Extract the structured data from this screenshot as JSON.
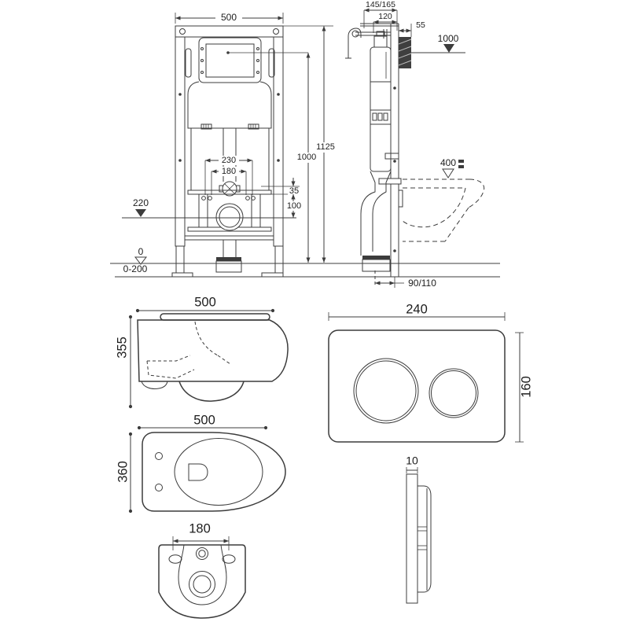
{
  "colors": {
    "line": "#3c3c3c",
    "text": "#1d1d1d",
    "wall_hatch": "#3f3f3f",
    "background": "#ffffff"
  },
  "views": {
    "frame_front": {
      "label_width": "500",
      "label_total_height": "1125",
      "label_actuator_height": "1000",
      "label_bolts_outer": "230",
      "label_bolts_inner": "180",
      "label_offset35": "35",
      "label_offset100": "100",
      "label_level220": "220",
      "label_level0": "0",
      "label_adjust": "0-200"
    },
    "frame_side": {
      "label_depth": "145/165",
      "label_frame_depth": "120",
      "label_panel": "55",
      "label_height1000": "1000",
      "label_bowl400": "400",
      "label_outlet": "90/110"
    },
    "pan_side": {
      "label_length": "500",
      "label_height": "355"
    },
    "pan_top": {
      "label_length": "500",
      "label_width": "360"
    },
    "pan_rear": {
      "label_bolts": "180"
    },
    "plate_front": {
      "label_width": "240",
      "label_height": "160"
    },
    "plate_side": {
      "label_thickness": "10"
    }
  }
}
